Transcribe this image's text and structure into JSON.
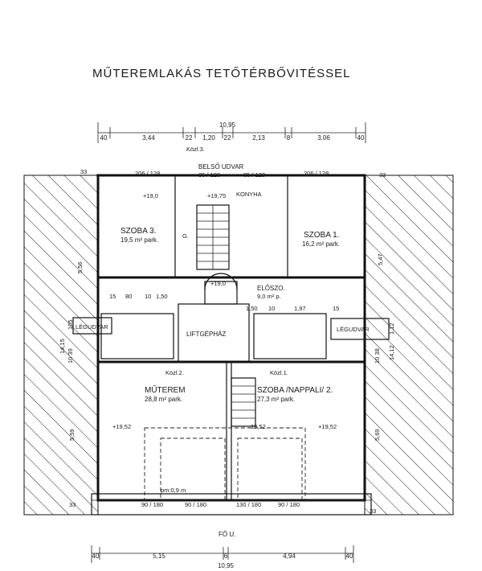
{
  "title": "MŰTEREMLAKÁS TETŐTÉRBŐVITÉSSEL",
  "top_dims": {
    "total": "10,95",
    "segments": [
      "40",
      "3,44",
      "22",
      "1,20",
      "22",
      "2,13",
      "8",
      "3,06",
      "40"
    ]
  },
  "bottom_dims": {
    "total": "10,95",
    "segments": [
      "40",
      "5,15",
      "6",
      "4,94",
      "40"
    ]
  },
  "labels": {
    "kozl3": "Közl.3.",
    "kozl2": "Közl.2.",
    "kozl1": "Közl.1.",
    "belso_udvar": "BELSŐ UDVAR",
    "window_206_left": "206 / 128",
    "window_85_left": "85 / 128",
    "window_85_right": "85 / 128",
    "window_206_right": "206 / 128",
    "konyha": "KONYHA",
    "szoba3": "SZOBA 3.",
    "szoba3_area": "19,5 m² park.",
    "szoba1": "SZOBA 1.",
    "szoba1_area": "16,2 m² park.",
    "eloszo": "ELŐSZO.",
    "eloszo_area": "9,0 m² p.",
    "liftgephaz": "LIFTGÉPHÁZ",
    "legudvar_left": "LÉGUDVAR",
    "legudvar_right": "LÉGUDVAR",
    "muterem": "MŰTEREM",
    "muterem_area": "28,8 m² park.",
    "szoba_nappali": "SZOBA /NAPPALI/ 2.",
    "szoba_nappali_area": "27,3 m² park.",
    "fo_u": "FŐ U.",
    "pm": "pm:0,9 m",
    "g": "G.",
    "lev_1": "+19,0",
    "lev_2": "+19,75",
    "lev_3": "+19,0",
    "lev_4": "+19,52",
    "lev_5": "+19,52",
    "lev_6": "19,52",
    "dim_15a": "15",
    "dim_80": "80",
    "dim_10a": "10",
    "dim_150": "1,50",
    "dim_150b": "1,50",
    "dim_10b": "10",
    "dim_197": "1,97",
    "dim_15b": "15",
    "dim_33_tl": "33",
    "dim_33_tr": "33",
    "dim_33_bl": "33",
    "dim_33_br": "33",
    "dim_556": "5,56",
    "dim_547": "5,47",
    "dim_1415": "14,15",
    "dim_1412": "14,12",
    "dim_105": "105",
    "dim_112": "1,12",
    "dim_559": "5,59",
    "dim_569": "5,69",
    "dim_3910": "10 39",
    "dim_3810": "10 38",
    "bottom_windows": [
      "90 / 180",
      "90 / 180",
      "130 / 180",
      "90 / 180"
    ]
  }
}
